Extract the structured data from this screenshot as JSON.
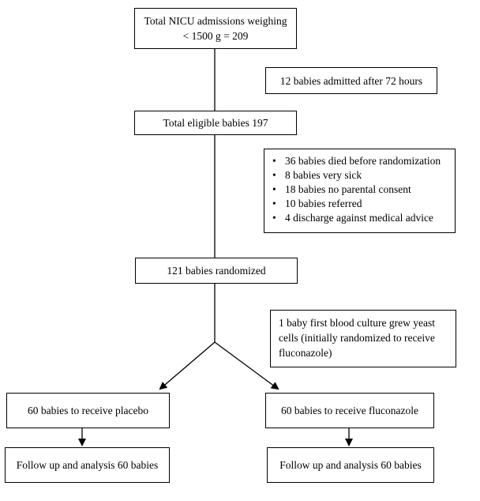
{
  "boxes": {
    "admissions": [
      "Total NICU admissions weighing",
      "< 1500 g = 209"
    ],
    "late": "12 babies admitted after 72 hours",
    "eligible": "Total eligible babies 197",
    "exclusions": [
      "36 babies died before randomization",
      "8 babies very sick",
      "18 babies no parental consent",
      "10 babies referred",
      "4 discharge against medical advice"
    ],
    "randomized": "121 babies randomized",
    "yeast": [
      "1 baby first blood culture grew yeast",
      "cells (initially randomized to receive",
      "fluconazole)"
    ],
    "placebo": "60 babies to receive placebo",
    "fluconazole": "60 babies to receive fluconazole",
    "followup_left": "Follow up and analysis 60 babies",
    "followup_right": "Follow up and analysis 60 babies"
  }
}
